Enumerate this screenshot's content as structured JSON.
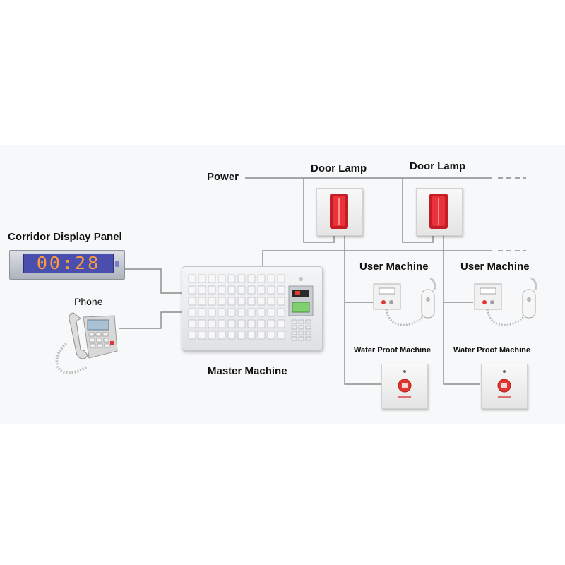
{
  "labels": {
    "power": "Power",
    "door_lamp_1": "Door Lamp",
    "door_lamp_2": "Door Lamp",
    "corridor_display_panel": "Corridor Display Panel",
    "phone": "Phone",
    "master_machine": "Master Machine",
    "user_machine_1": "User Machine",
    "user_machine_2": "User Machine",
    "water_proof_1": "Water Proof Machine",
    "water_proof_2": "Water Proof Machine"
  },
  "display_panel": {
    "time": "00:28"
  },
  "colors": {
    "wire": "#8a8a8a",
    "lamp": "#d4202a",
    "display_bg": "#4a4fae",
    "display_digits": "#ff9b3a",
    "call_button": "#e0342e"
  }
}
